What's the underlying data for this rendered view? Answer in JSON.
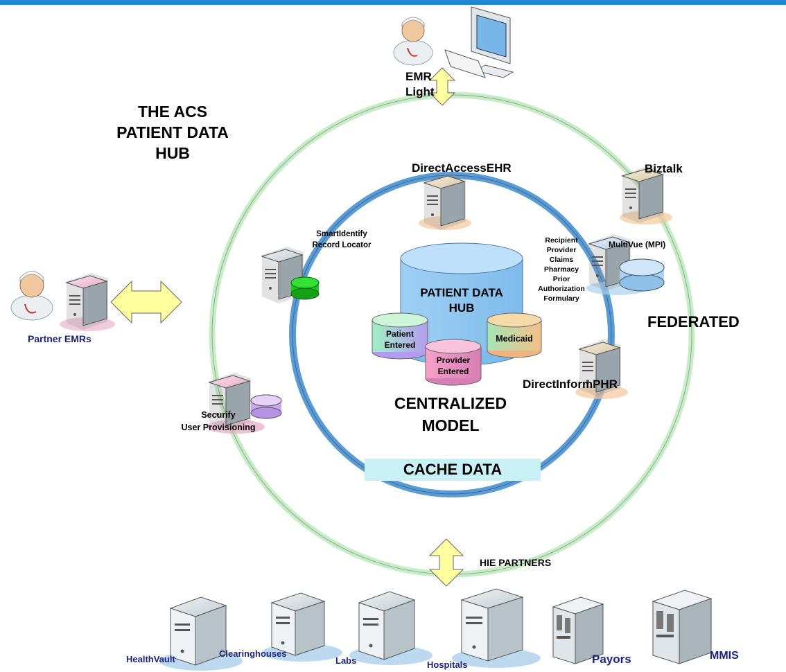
{
  "title": {
    "line1": "THE ACS",
    "line2": "PATIENT DATA",
    "line3": "HUB"
  },
  "emr_light": {
    "line1": "EMR",
    "line2": "Light"
  },
  "servers": {
    "direct_access": "DirectAccessEHR",
    "biztalk": "Biztalk",
    "smart_identify": {
      "line1": "SmartIdentify",
      "line2": "Record Locator"
    },
    "multivue": "MultiVue (MPI)",
    "multivue_list": [
      "Recipient",
      "Provider",
      "Claims",
      "Pharmacy",
      "Prior",
      "Authorization",
      "Formulary"
    ],
    "direct_inform": "DirectInformPHR",
    "securify": {
      "line1": "Securify",
      "line2": "User Provisioning"
    }
  },
  "hub": {
    "main": {
      "line1": "PATIENT DATA",
      "line2": "HUB"
    },
    "patient_entered": {
      "line1": "Patient",
      "line2": "Entered"
    },
    "provider_entered": {
      "line1": "Provider",
      "line2": "Entered"
    },
    "medicaid": "Medicaid"
  },
  "model": {
    "line1": "CENTRALIZED",
    "line2": "MODEL"
  },
  "cache": "CACHE DATA",
  "federated": "FEDERATED",
  "partner_emrs": "Partner EMRs",
  "hie_partners": "HIE PARTNERS",
  "partners": [
    "HealthVault",
    "Clearinghouses",
    "Labs",
    "Hospitals",
    "Payors",
    "MMIS"
  ],
  "colors": {
    "outer_ring": "#c8ecc8",
    "inner_ring": "#5b9bd5",
    "accent_bar": "#1e88d8",
    "cache_bg": "#c9f1f5",
    "arrow": "#ffffa0",
    "navy_text": "#1a237e"
  }
}
